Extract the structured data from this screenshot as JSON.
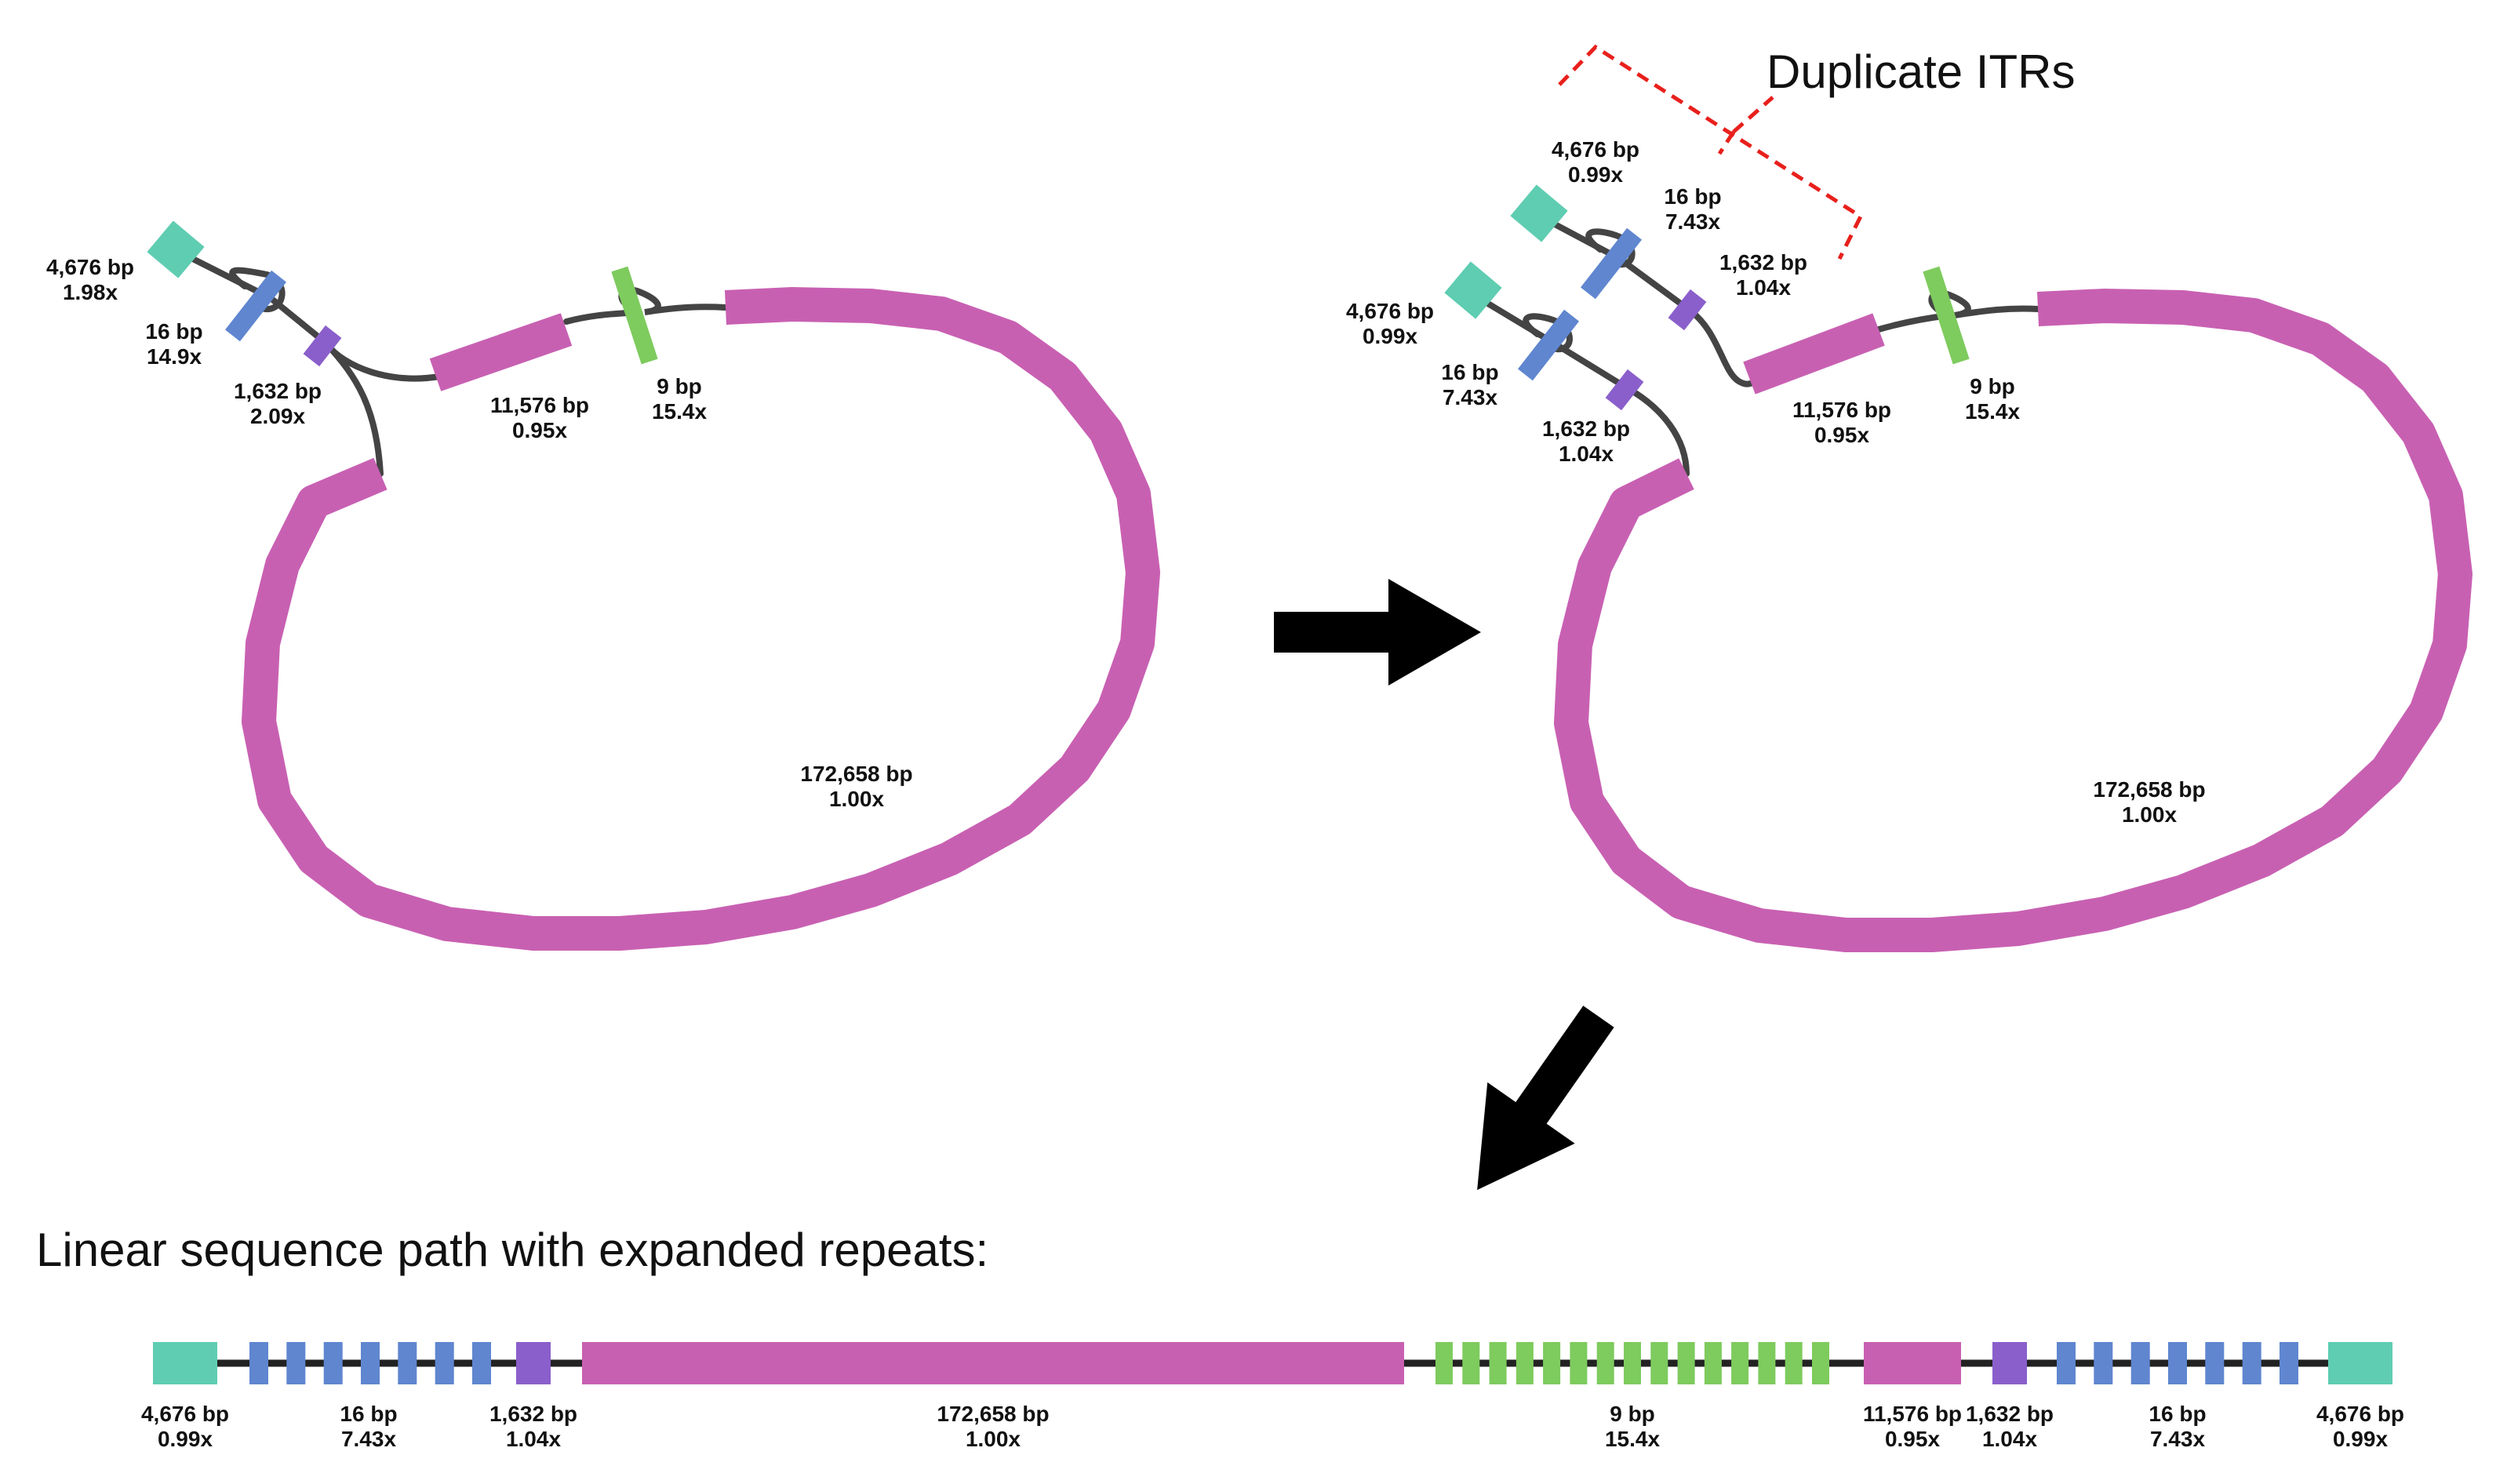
{
  "colors": {
    "teal": "#5fcdb2",
    "blue": "#5f86cf",
    "purple": "#8a5fcb",
    "green": "#7ecb5e",
    "magenta": "#c860b2",
    "edge": "#444444",
    "annotation": "#e8201c",
    "arrow": "#000000"
  },
  "left_graph": {
    "nodes": [
      {
        "key": "teal",
        "bp": "4,676 bp",
        "cov": "1.98x"
      },
      {
        "key": "blue",
        "bp": "16 bp",
        "cov": "14.9x"
      },
      {
        "key": "purple",
        "bp": "1,632 bp",
        "cov": "2.09x"
      },
      {
        "key": "mag_small",
        "bp": "11,576 bp",
        "cov": "0.95x"
      },
      {
        "key": "green",
        "bp": "9 bp",
        "cov": "15.4x"
      },
      {
        "key": "mag_big",
        "bp": "172,658 bp",
        "cov": "1.00x"
      }
    ]
  },
  "right_graph": {
    "annotation": "Duplicate ITRs",
    "nodes": [
      {
        "key": "teal_a",
        "bp": "4,676 bp",
        "cov": "0.99x"
      },
      {
        "key": "blue_a",
        "bp": "16 bp",
        "cov": "7.43x"
      },
      {
        "key": "purple_a",
        "bp": "1,632 bp",
        "cov": "1.04x"
      },
      {
        "key": "teal_b",
        "bp": "4,676 bp",
        "cov": "0.99x"
      },
      {
        "key": "blue_b",
        "bp": "16 bp",
        "cov": "7.43x"
      },
      {
        "key": "purple_b",
        "bp": "1,632 bp",
        "cov": "1.04x"
      },
      {
        "key": "mag_small",
        "bp": "11,576 bp",
        "cov": "0.95x"
      },
      {
        "key": "green",
        "bp": "9 bp",
        "cov": "15.4x"
      },
      {
        "key": "mag_big",
        "bp": "172,658 bp",
        "cov": "1.00x"
      }
    ]
  },
  "linear": {
    "title": "Linear sequence path with expanded repeats:",
    "segments": [
      {
        "key": "teal",
        "bp": "4,676 bp",
        "cov": "0.99x"
      },
      {
        "key": "blue_repeats",
        "count": 7,
        "bp": "16 bp",
        "cov": "7.43x"
      },
      {
        "key": "purple",
        "bp": "1,632 bp",
        "cov": "1.04x"
      },
      {
        "key": "mag_big",
        "bp": "172,658 bp",
        "cov": "1.00x"
      },
      {
        "key": "green_repeats",
        "count": 15,
        "bp": "9 bp",
        "cov": "15.4x"
      },
      {
        "key": "mag_small",
        "bp": "11,576 bp",
        "cov": "0.95x"
      },
      {
        "key": "purple",
        "bp": "1,632 bp",
        "cov": "1.04x"
      },
      {
        "key": "blue_repeats",
        "count": 7,
        "bp": "16 bp",
        "cov": "7.43x"
      },
      {
        "key": "teal",
        "bp": "4,676 bp",
        "cov": "0.99x"
      }
    ]
  }
}
